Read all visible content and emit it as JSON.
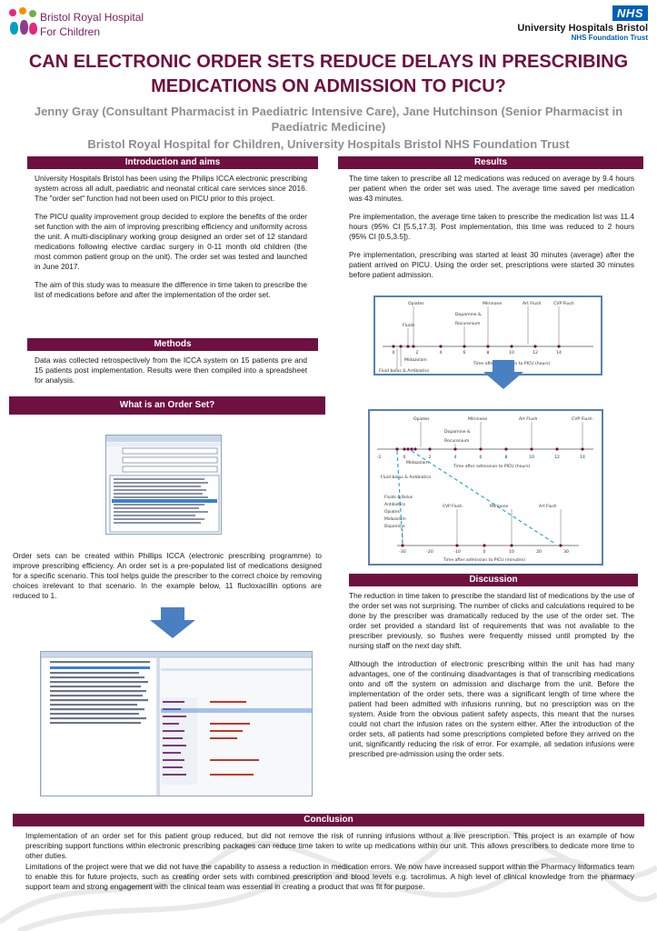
{
  "header": {
    "left_logo_name": "Bristol Royal Hospital",
    "left_logo_sub": "For Children",
    "nhs_badge": "NHS",
    "right_org": "University Hospitals Bristol",
    "right_trust": "NHS Foundation Trust"
  },
  "title_line1": "CAN ELECTRONIC ORDER SETS REDUCE DELAYS IN PRESCRIBING",
  "title_line2": "MEDICATIONS ON ADMISSION TO PICU?",
  "authors_line1": "Jenny Gray (Consultant Pharmacist in Paediatric Intensive Care), Jane Hutchinson (Senior Pharmacist in",
  "authors_line2": "Paediatric Medicine)",
  "affiliation": "Bristol Royal Hospital for Children, University Hospitals Bristol NHS Foundation Trust",
  "sections": {
    "intro": {
      "heading": "Introduction and aims",
      "p1": "University Hospitals Bristol has been using the Philips ICCA electronic prescribing system across all adult, paediatric and neonatal critical care services since 2016. The \"order set\" function had not been used on PICU prior to this project.",
      "p2": "The PICU quality improvement group decided to explore the benefits of the order set function with the aim of improving prescribing efficiency and uniformity across the unit. A multi-disciplinary working group designed an order set of 12 standard medications following elective cardiac surgery in 0-11 month old children (the most common patient group on the unit). The order set was tested and launched in June 2017.",
      "p3": "The aim of this study was to measure the difference in time taken to prescribe the list of medications before and after the implementation of the order set."
    },
    "methods": {
      "heading": "Methods",
      "p1": "Data was collected retrospectively from the ICCA system on 15 patients pre and 15 patients post implementation. Results were then compiled into a spreadsheet for analysis."
    },
    "order_set": {
      "heading": "What is an Order Set?",
      "p1": "Order sets can be created within Phillips ICCA (electronic prescribing programme) to improve prescribing efficiency. An order set is a pre-populated list of medications designed for a specific scenario. This tool helps guide the prescriber to the correct choice by removing choices irrelevant to that scenario. In the example below, 11 flucloxacillin options are reduced to 1."
    },
    "results": {
      "heading": "Results",
      "p1": "The time taken to prescribe all 12 medications was reduced on average by 9.4 hours per patient when the order set was used. The average time saved per medication was 43 minutes.",
      "p2": "Pre implementation, the average time taken to prescribe the medication list was 11.4 hours (95% CI [5.5,17.3]. Post implementation, this time was reduced to 2 hours (95% CI [0.5,3.5]).",
      "p3": "Pre implementation, prescribing was started at least 30 minutes (average) after the patient arrived on PICU. Using the order set, prescriptions were started 30 minutes before patient admission."
    },
    "discussion": {
      "heading": "Discussion",
      "p1": "The reduction in time taken to prescribe the standard list of medications by the use of the order set was not surprising. The number of clicks and calculations required to be done by the prescriber was dramatically reduced by the use of the order set. The order set provided a standard list of requirements that was not available to the prescriber previously, so flushes were frequently missed until prompted by the nursing staff on the next day shift.",
      "p2": "Although the introduction of electronic prescribing within the unit has had many advantages, one of the continuing disadvantages is that of transcribing medications onto and off the system on admission and discharge from the unit. Before the implementation of the order sets, there was a significant length of time where the patient had been admitted with infusions running, but no prescription was on the system. Aside from the obvious patient safety aspects, this meant that the nurses could not chart the infusion rates on the system either. After the introduction of the order sets, all patients had some prescriptions completed before they arrived on the unit, significantly reducing the risk of error. For example, all sedation infusions were prescribed pre-admission using the order sets."
    },
    "conclusion": {
      "heading": "Conclusion",
      "p1": "Implementation of an order set for this patient group reduced, but did not remove the risk of running infusions without a live prescription. This project is an example of how prescribing support functions within electronic prescribing packages can reduce time taken to write up medications within our unit. This allows prescribers to dedicate more time to other duties.",
      "p2": "Limitations of the project were that we did not have the capability to assess a reduction in medication errors. We now have increased support within the Pharmacy Informatics team to enable this for future projects, such as creating order sets with combined prescription and blood levels e.g. tacrolimus. A high level of clinical knowledge from the pharmacy support team and strong engagement with the clinical team was essential in creating a product that was fit for purpose."
    }
  },
  "timeline1": {
    "axis_label": "Time after admission to PICU (hours)",
    "ticks": [
      "0",
      "2",
      "4",
      "6",
      "8",
      "10",
      "12",
      "14"
    ],
    "events": [
      "Opiates",
      "Fluids",
      "Dopamine &",
      "Rocuronium",
      "Milrinone",
      "Art Flush",
      "CVP Flush",
      "Midazolam",
      "Fluid bolus & Antibiotics"
    ]
  },
  "timeline2": {
    "axis_label": "Time after admission to PICU (hours)",
    "ticks": [
      "-2",
      "0",
      "2",
      "4",
      "6",
      "8",
      "10",
      "12",
      "14"
    ],
    "events": [
      "Opiates",
      "Milrinone",
      "Art Flush",
      "CVP Flush",
      "Dopamine &",
      "Rocuronium",
      "Midazolam",
      "Fluid bolus & Antibiotics"
    ]
  },
  "timeline3": {
    "axis_label": "Time after admission to PICU (minutes)",
    "ticks": [
      "-30",
      "-20",
      "-10",
      "0",
      "10",
      "20",
      "30"
    ],
    "events": [
      "Fluids & Bolus",
      "Antibiotics",
      "Opiates",
      "Midazolam",
      "Dopamine",
      "CVP Flush",
      "Milrinone",
      "Art Flush"
    ]
  },
  "colors": {
    "brand": "#6e1040",
    "nhs_blue": "#005eb8",
    "arrow_blue": "#4a7fc1"
  }
}
